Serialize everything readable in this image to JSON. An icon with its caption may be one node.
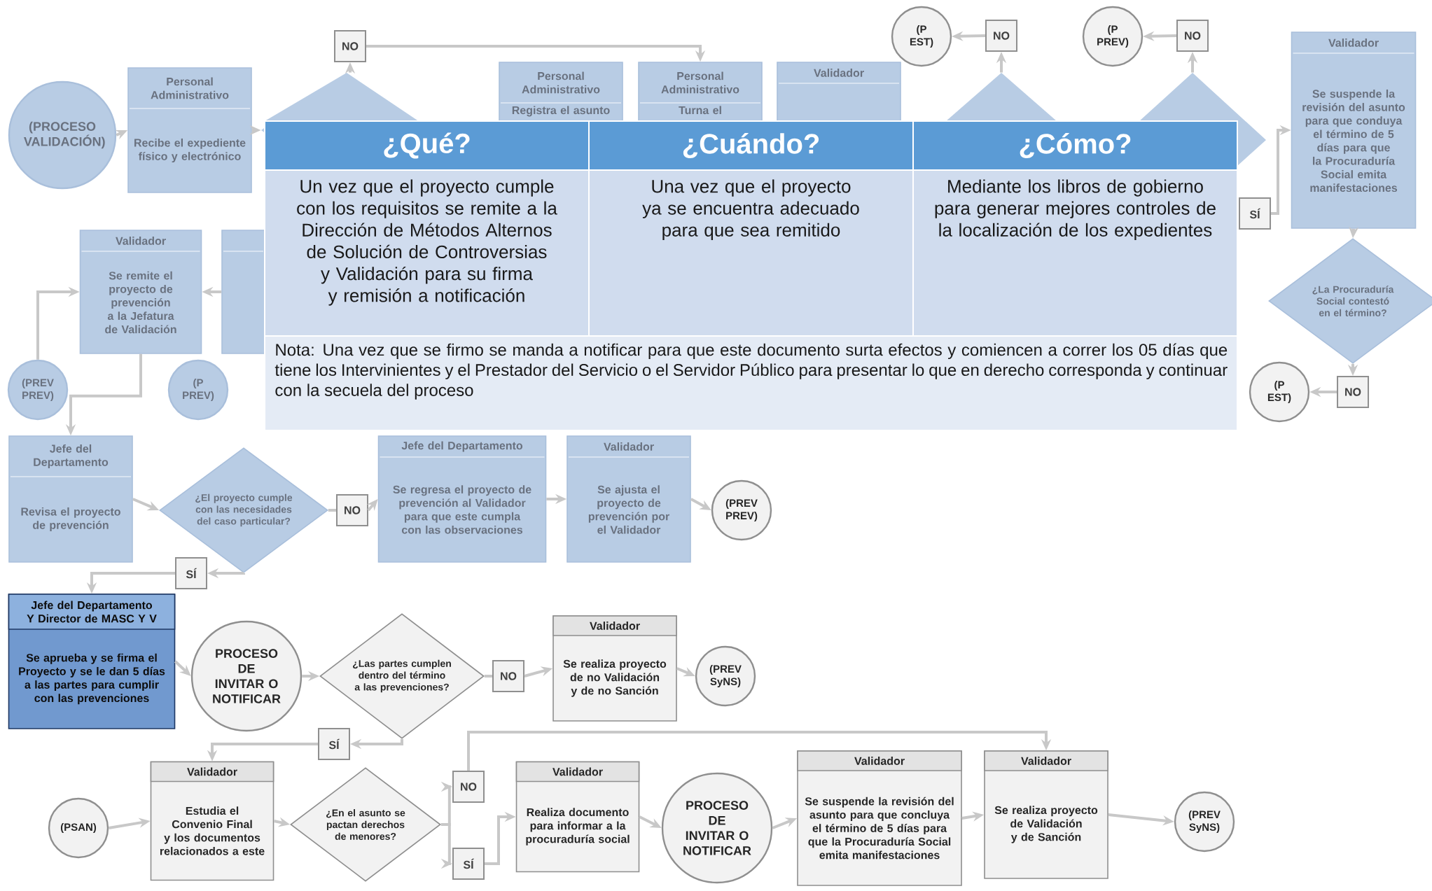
{
  "diagram": {
    "nodes": [
      {
        "text": [
          "(PROCESO VALIDACIÓN)"
        ]
      },
      {
        "text": [
          "Personal Administrativo",
          "Recibe el expediente físico y electrónico"
        ]
      },
      {
        "text": [],
        "shape": "diamond"
      },
      {
        "text": [
          "NO"
        ]
      },
      {
        "text": [
          "Personal Administrativo",
          "Registra el asunto"
        ]
      },
      {
        "text": [
          "Personal Administrativo",
          "Turna el"
        ]
      },
      {
        "text": [
          "Validador"
        ]
      },
      {
        "text": [],
        "shape": "diamond"
      },
      {
        "text": [
          "NO"
        ]
      },
      {
        "text": [
          "(P EST)"
        ]
      },
      {
        "text": [],
        "shape": "diamond"
      },
      {
        "text": [
          "NO"
        ]
      },
      {
        "text": [
          "(P PREV)"
        ]
      },
      {
        "text": [
          "Validador",
          "Se suspende la revisión del asunto para que conduya el término de 5 días para que la Procuraduría Social emita manifestaciones"
        ]
      },
      {
        "text": [
          "SÍ"
        ]
      },
      {
        "text": [
          "¿La Procuraduría Social contestó en el término?"
        ]
      },
      {
        "text": [
          "NO"
        ]
      },
      {
        "text": [
          "(P EST)"
        ]
      },
      {
        "text": [
          "Validador",
          "Se remite el proyecto de prevención a la Jefatura de Validación"
        ]
      },
      {
        "text": [],
        "shape": "box"
      },
      {
        "text": [
          "(PREV PREV)"
        ]
      },
      {
        "text": [
          "(P PREV)"
        ]
      },
      {
        "text": [
          "Jefe del Departamento",
          "Revisa el proyecto de prevención"
        ]
      },
      {
        "text": [
          "¿El proyecto cumple con las necesidades del caso particular?"
        ]
      },
      {
        "text": [
          "NO"
        ]
      },
      {
        "text": [
          "Jefe del Departamento",
          "Se regresa el proyecto de prevención al Validador para que este cumpla con las observaciones"
        ]
      },
      {
        "text": [
          "Validador",
          "Se ajusta el proyecto de prevención por el Validador"
        ]
      },
      {
        "text": [
          "(PREV PREV)"
        ]
      },
      {
        "text": [
          "SÍ"
        ]
      },
      {
        "text": [
          "Jefe del Departamento Y Director de MASC Y V",
          "Se aprueba y se firma el Proyecto y se le dan 5 días a las partes para cumplir con las prevenciones"
        ]
      },
      {
        "text": [
          "PROCESO DE INVITAR O NOTIFICAR"
        ]
      },
      {
        "text": [
          "¿Las partes cumplen dentro del término a las prevenciones?"
        ]
      },
      {
        "text": [
          "NO"
        ]
      },
      {
        "text": [
          "Validador",
          "Se realiza proyecto de no Validación y de no Sanción"
        ]
      },
      {
        "text": [
          "(PREV SyNS)"
        ]
      },
      {
        "text": [
          "SÍ"
        ]
      },
      {
        "text": [
          "Validador",
          "Estudia el Convenio Final y los documentos relacionados a este"
        ]
      },
      {
        "text": [
          "(PSAN)"
        ]
      },
      {
        "text": [
          "¿En el asunto se pactan derechos de menores?"
        ]
      },
      {
        "text": [
          "NO"
        ]
      },
      {
        "text": [
          "SÍ"
        ]
      },
      {
        "text": [
          "Validador",
          "Realiza documento para informar a la procuraduría social"
        ]
      },
      {
        "text": [
          "PROCESO DE INVITAR O NOTIFICAR"
        ]
      },
      {
        "text": [
          "Validador",
          "Se suspende la revisión del asunto para que concluya el término de 5 días para que la Procuraduría Social emita manifestaciones"
        ]
      },
      {
        "text": [
          "Validador",
          "Se realiza proyecto de Validación y de Sanción"
        ]
      },
      {
        "text": [
          "(PREV SyNS)"
        ]
      }
    ],
    "edges": [
      {
        "from": 0,
        "to": 1,
        "arrow": "to"
      },
      {
        "from": 1,
        "to": 2,
        "arrow": "to"
      },
      {
        "from": 2,
        "to": 3,
        "arrow": "to"
      },
      {
        "from": 3,
        "to": 5,
        "arrow": "to"
      },
      {
        "from": 7,
        "to": 8,
        "arrow": "to"
      },
      {
        "from": 8,
        "to": 9,
        "arrow": "to"
      },
      {
        "from": 10,
        "to": 11,
        "arrow": "to"
      },
      {
        "from": 11,
        "to": 12,
        "arrow": "to"
      },
      {
        "from": 14,
        "to": 13,
        "arrow": "to"
      },
      {
        "from": 13,
        "to": 15,
        "arrow": "to"
      },
      {
        "from": 15,
        "to": 16,
        "arrow": "to"
      },
      {
        "from": 16,
        "to": 17,
        "arrow": "to"
      },
      {
        "from": 20,
        "to": 18,
        "arrow": "to"
      },
      {
        "from": 19,
        "to": 18,
        "arrow": "to"
      },
      {
        "from": 18,
        "to": 22,
        "arrow": "to"
      },
      {
        "from": 22,
        "to": 23,
        "arrow": "to"
      },
      {
        "from": 23,
        "to": 24,
        "arrow": "none"
      },
      {
        "from": 24,
        "to": 25,
        "arrow": "to"
      },
      {
        "from": 25,
        "to": 26,
        "arrow": "to"
      },
      {
        "from": 26,
        "to": 27,
        "arrow": "to"
      },
      {
        "from": 23,
        "to": 28,
        "arrow": "to"
      },
      {
        "from": 28,
        "to": 29,
        "arrow": "to"
      },
      {
        "from": 29,
        "to": 30,
        "arrow": "to"
      },
      {
        "from": 30,
        "to": 31,
        "arrow": "to"
      },
      {
        "from": 31,
        "to": 32,
        "arrow": "none"
      },
      {
        "from": 32,
        "to": 33,
        "arrow": "to"
      },
      {
        "from": 33,
        "to": 34,
        "arrow": "to"
      },
      {
        "from": 31,
        "to": 35,
        "arrow": "to"
      },
      {
        "from": 35,
        "to": 36,
        "arrow": "to"
      },
      {
        "from": 37,
        "to": 36,
        "arrow": "to"
      },
      {
        "from": 36,
        "to": 38,
        "arrow": "to"
      },
      {
        "from": 38,
        "to": 39,
        "arrow": "to"
      },
      {
        "from": 38,
        "to": 40,
        "arrow": "to"
      },
      {
        "from": 40,
        "to": 41,
        "arrow": "to"
      },
      {
        "from": 41,
        "to": 42,
        "arrow": "to"
      },
      {
        "from": 42,
        "to": 43,
        "arrow": "to"
      },
      {
        "from": 43,
        "to": 44,
        "arrow": "to"
      },
      {
        "from": 44,
        "to": 45,
        "arrow": "to"
      },
      {
        "from": 39,
        "to": 44,
        "arrow": "to"
      }
    ],
    "labels": [
      "¿Qué?",
      "¿Cuándo?",
      "¿Cómo?",
      "Un vez que el proyecto cumple con los requisitos se remite a la Dirección de Métodos Alternos de Solución de Controversias y Validación para su firma y remisión a notificación",
      "Una vez que el proyecto ya se encuentra adecuado para que sea remitido",
      "Mediante los libros de gobierno para generar mejores controles de la localización de los expedientes",
      "Nota: Una vez que se firmo se manda a notificar para que este documento surta efectos y comiencen a correr los 05 días que tiene los Intervinientes y el Prestador del Servicio o el Servidor Público para presentar lo que en derecho corresponda y continuar con la secuela del proceso"
    ]
  }
}
